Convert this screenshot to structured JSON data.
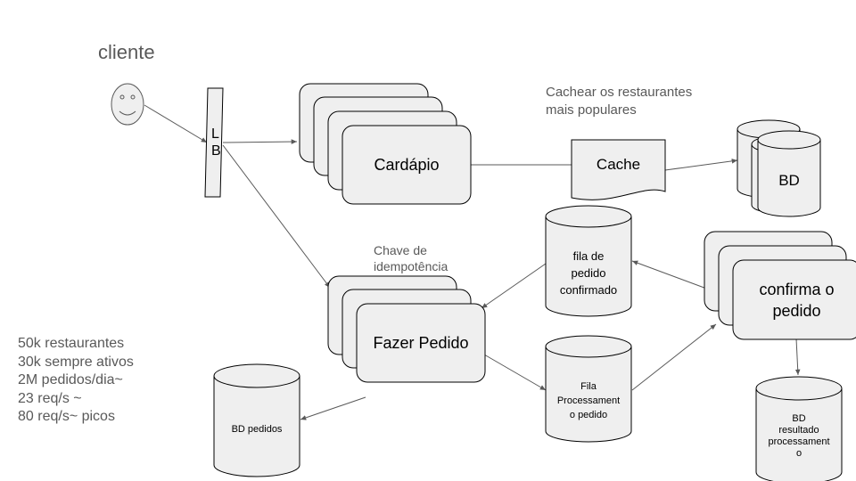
{
  "client": {
    "label": "cliente"
  },
  "load_balancer": {
    "label": "L\nB"
  },
  "services": {
    "cardapio": "Cardápio",
    "fazer_pedido": "Fazer Pedido",
    "confirma_pedido": "confirma o\npedido"
  },
  "cache": {
    "label": "Cache"
  },
  "databases": {
    "bd": "BD",
    "bd_pedidos": "BD pedidos",
    "bd_resultado": "BD\nresultado\nprocessament\no"
  },
  "queues": {
    "fila_confirmado": "fila de\npedido\nconfirmado",
    "fila_processamento": "Fila\nProcessament\no pedido"
  },
  "notes": {
    "cache_note": "Cachear os restaurantes\nmais populares",
    "idempotency_note": "Chave de\nidempotência",
    "stats": "50k restaurantes\n30k sempre ativos\n2M pedidos/dia~\n23 req/s ~\n80 req/s~ picos"
  },
  "colors": {
    "fill": "#efefef",
    "stroke": "#000000",
    "arrow": "#595959",
    "note_text": "#595959"
  }
}
